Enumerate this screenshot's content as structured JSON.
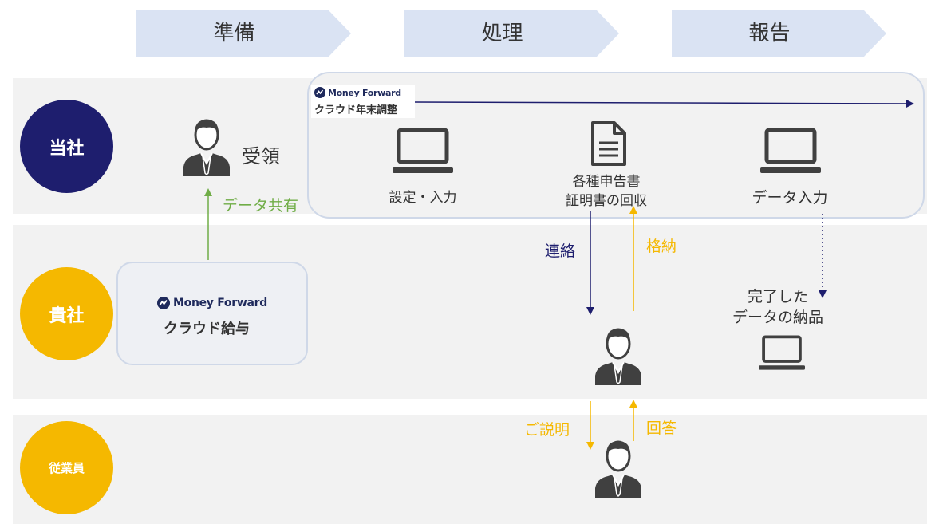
{
  "phases": [
    "準備",
    "処理",
    "報告"
  ],
  "lanes": {
    "company": "当社",
    "client": "貴社",
    "employee": "従業員"
  },
  "colors": {
    "navy": "#1e1e6e",
    "gold": "#f5b800",
    "green": "#70ad47",
    "phase_bg": "#dae3f3",
    "lane_bg": "#f2f2f2",
    "icon_dark": "#404040"
  },
  "logos": {
    "brand": "Money Forward",
    "year_end": "クラウド年末調整",
    "payroll": "クラウド給与"
  },
  "labels": {
    "receive": "受領",
    "data_share": "データ共有",
    "setup_input": "設定・入力",
    "collect_line1": "各種申告書",
    "collect_line2": "証明書の回収",
    "data_input": "データ入力",
    "contact": "連絡",
    "store": "格納",
    "delivered_line1": "完了した",
    "delivered_line2": "データの納品",
    "explain": "ご説明",
    "answer": "回答"
  }
}
